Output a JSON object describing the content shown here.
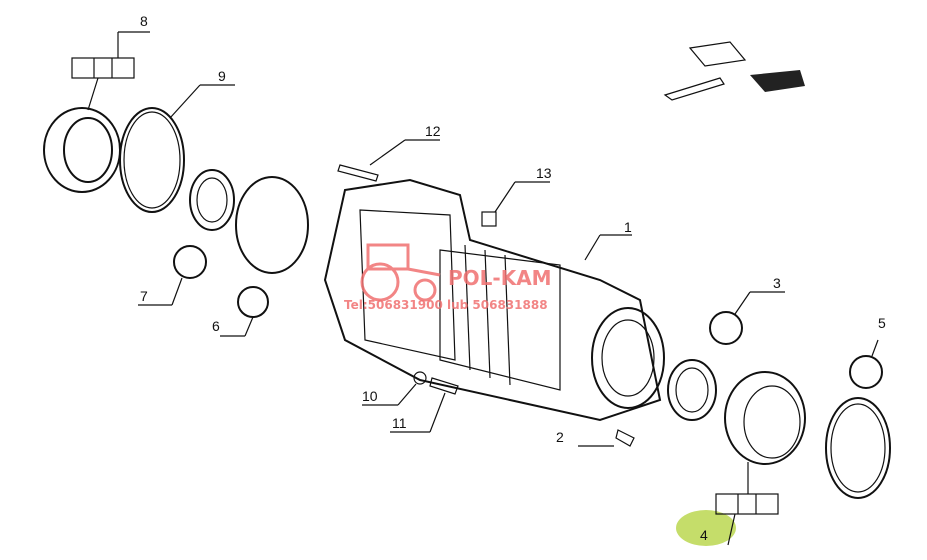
{
  "diagram": {
    "callouts": [
      "1",
      "2",
      "3",
      "4",
      "5",
      "6",
      "7",
      "8",
      "9",
      "10",
      "11",
      "12",
      "13"
    ],
    "highlighted_callout": "4",
    "highlight_color": "#c5dd6a"
  },
  "watermark": {
    "brand": "POL-KAM",
    "phone": "Tel:506831900 lub 506831888",
    "color": "#f07070"
  }
}
